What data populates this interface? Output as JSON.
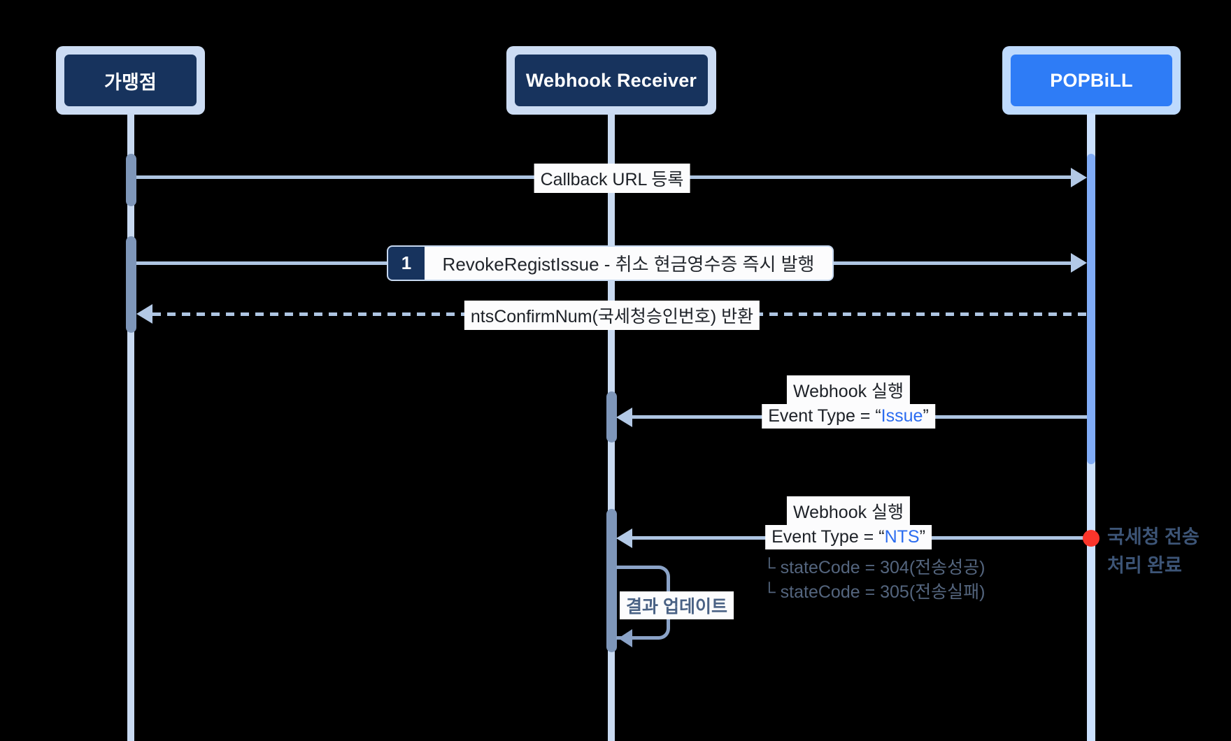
{
  "actors": {
    "merchant": {
      "label": "가맹점"
    },
    "receiver": {
      "label": "Webhook Receiver"
    },
    "popbill": {
      "label": "POPBiLL"
    }
  },
  "messages": {
    "callback": {
      "label": "Callback URL 등록"
    },
    "revoke": {
      "step_number": "1",
      "label": "RevokeRegistIssue - 취소 현금영수증 즉시 발행"
    },
    "ntsReturn": {
      "label": "ntsConfirmNum(국세청승인번호) 반환"
    },
    "webhookIssue": {
      "title": "Webhook 실행",
      "event_prefix": "Event Type = “",
      "event_value": "Issue",
      "event_suffix": "”"
    },
    "webhookNts": {
      "title": "Webhook 실행",
      "event_prefix": "Event Type = “",
      "event_value": "NTS",
      "event_suffix": "”",
      "state_line1": "└ stateCode = 304(전송성공)",
      "state_line2": "└ stateCode = 305(전송실패)"
    },
    "update": {
      "label": "결과 업데이트"
    }
  },
  "annotation": {
    "line1": "국세청 전송",
    "line2": "처리 완료"
  },
  "colors": {
    "background": "#000000",
    "actor_navy": "#17335d",
    "actor_frame": "#ccdcf3",
    "popbill_blue": "#2e7cf6",
    "popbill_frame": "#bedafd",
    "lifeline": "#c9daf1",
    "activation": "#7e96b9",
    "popbill_activation": "#80acf7",
    "arrow": "#aec5e2",
    "event_value_blue": "#2b6cf0",
    "state_note": "#54657e",
    "annotation_text": "#3d5577",
    "red_marker": "#fb352b"
  }
}
